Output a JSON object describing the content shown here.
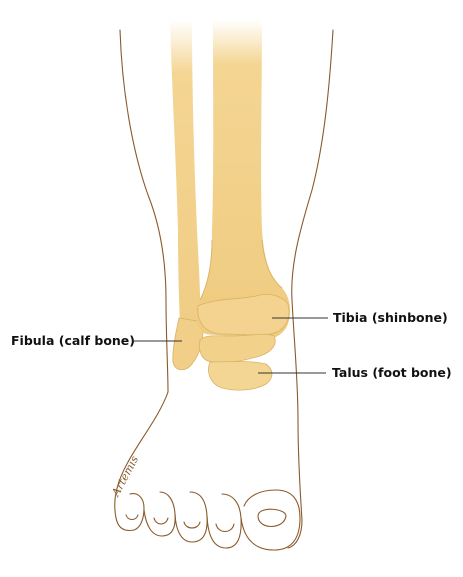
{
  "labels": {
    "fibula": "Fibula (calf bone)",
    "tibia": "Tibia (shinbone)",
    "talus": "Talus (foot bone)"
  },
  "signature": "Artemis",
  "colors": {
    "bone": "#f4d592",
    "bone_shadow": "#d9b264",
    "outline": "#8a5a2c",
    "leader": "#333333",
    "text": "#111111"
  }
}
